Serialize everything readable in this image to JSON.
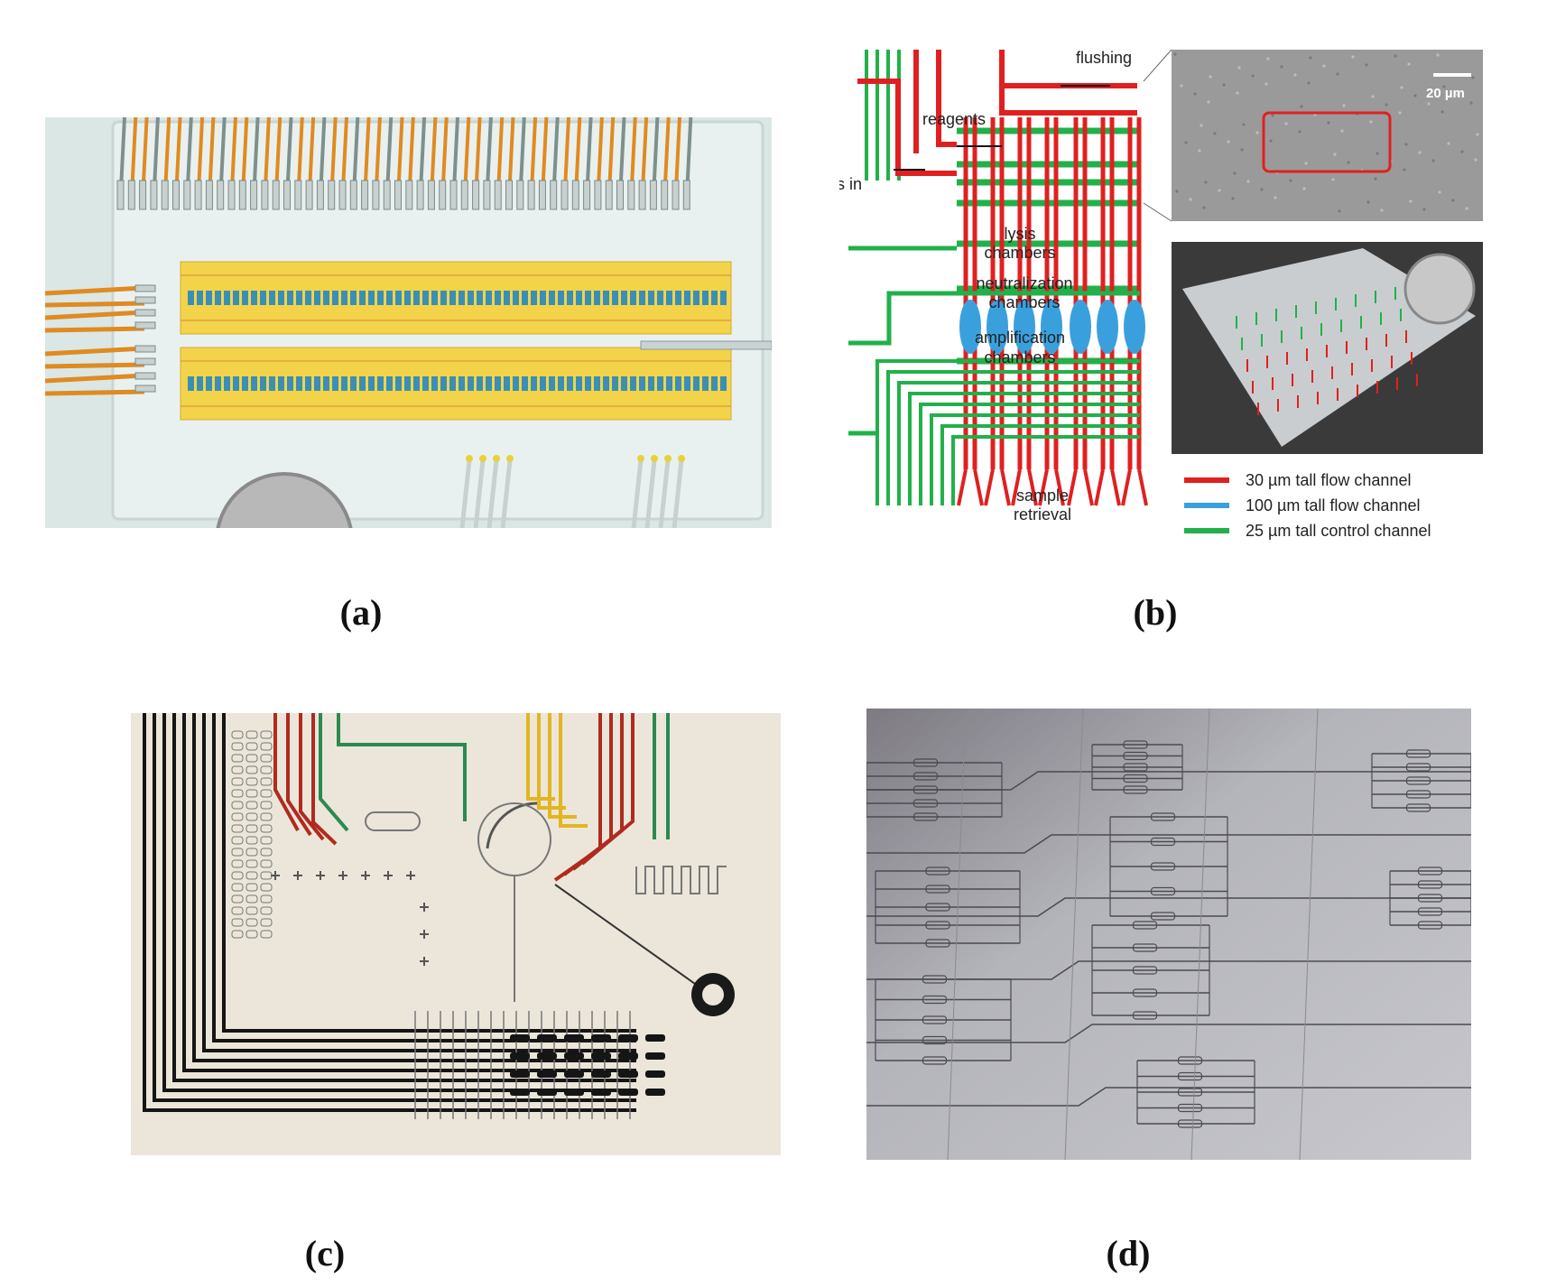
{
  "captions": {
    "a": "(a)",
    "b": "(b)",
    "c": "(c)",
    "d": "(d)"
  },
  "panel_b": {
    "labels": {
      "flushing": "flushing",
      "reagents": "reagents",
      "cells_in": "cells in",
      "lysis_1": "lysis",
      "lysis_2": "chambers",
      "neutralization_1": "neutralization",
      "neutralization_2": "chambers",
      "amplification_1": "amplification",
      "amplification_2": "chambers",
      "sample_1": "sample",
      "sample_2": "retrieval",
      "scale": "20 µm"
    },
    "legend": [
      {
        "label": "30 µm tall flow channel",
        "color": "#e02020"
      },
      {
        "label": "100 µm tall flow channel",
        "color": "#3aa0dd"
      },
      {
        "label": "25 µm tall control channel",
        "color": "#22b04a"
      }
    ]
  },
  "colors": {
    "red": "#e02020",
    "blue": "#3aa0dd",
    "green": "#22b04a",
    "chip_yellow": "#f2d34a",
    "chip_orange": "#e08a20"
  }
}
